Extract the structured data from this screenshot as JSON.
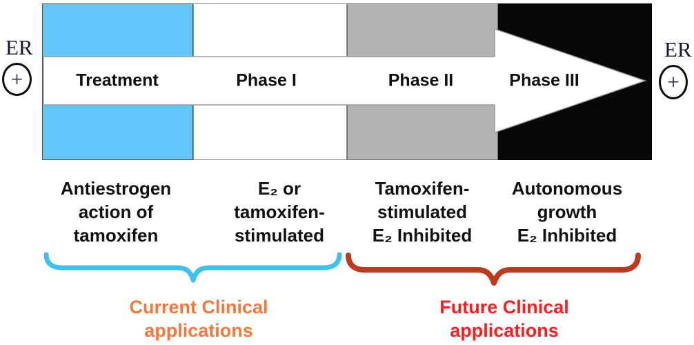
{
  "figure": {
    "title_hint": "Tamoxifen treatment phases diagram",
    "er_left": {
      "label": "ER",
      "sign": "+"
    },
    "er_right": {
      "label": "ER",
      "sign": "+"
    },
    "phases": [
      {
        "label": "Treatment",
        "description": "Antiestrogen\naction of\ntamoxifen",
        "block_color": "#63C8F9"
      },
      {
        "label": "Phase I",
        "description": "E₂ or\ntamoxifen-\nstimulated",
        "block_color": "#FFFFFF"
      },
      {
        "label": "Phase II",
        "description": "Tamoxifen-\nstimulated\nE₂ Inhibited",
        "block_color": "#B2B2B2"
      },
      {
        "label": "Phase III",
        "description": "Autonomous\ngrowth\nE₂ Inhibited",
        "block_color": "#070707"
      }
    ],
    "groups": [
      {
        "label": "Current Clinical\napplications",
        "text_color": "#F2793A",
        "brace_color": "#3DC2F0"
      },
      {
        "label": "Future Clinical\napplications",
        "text_color": "#FC1E1E",
        "brace_color": "#BE3A1F"
      }
    ],
    "arrow_color": "#FFFFFF"
  }
}
